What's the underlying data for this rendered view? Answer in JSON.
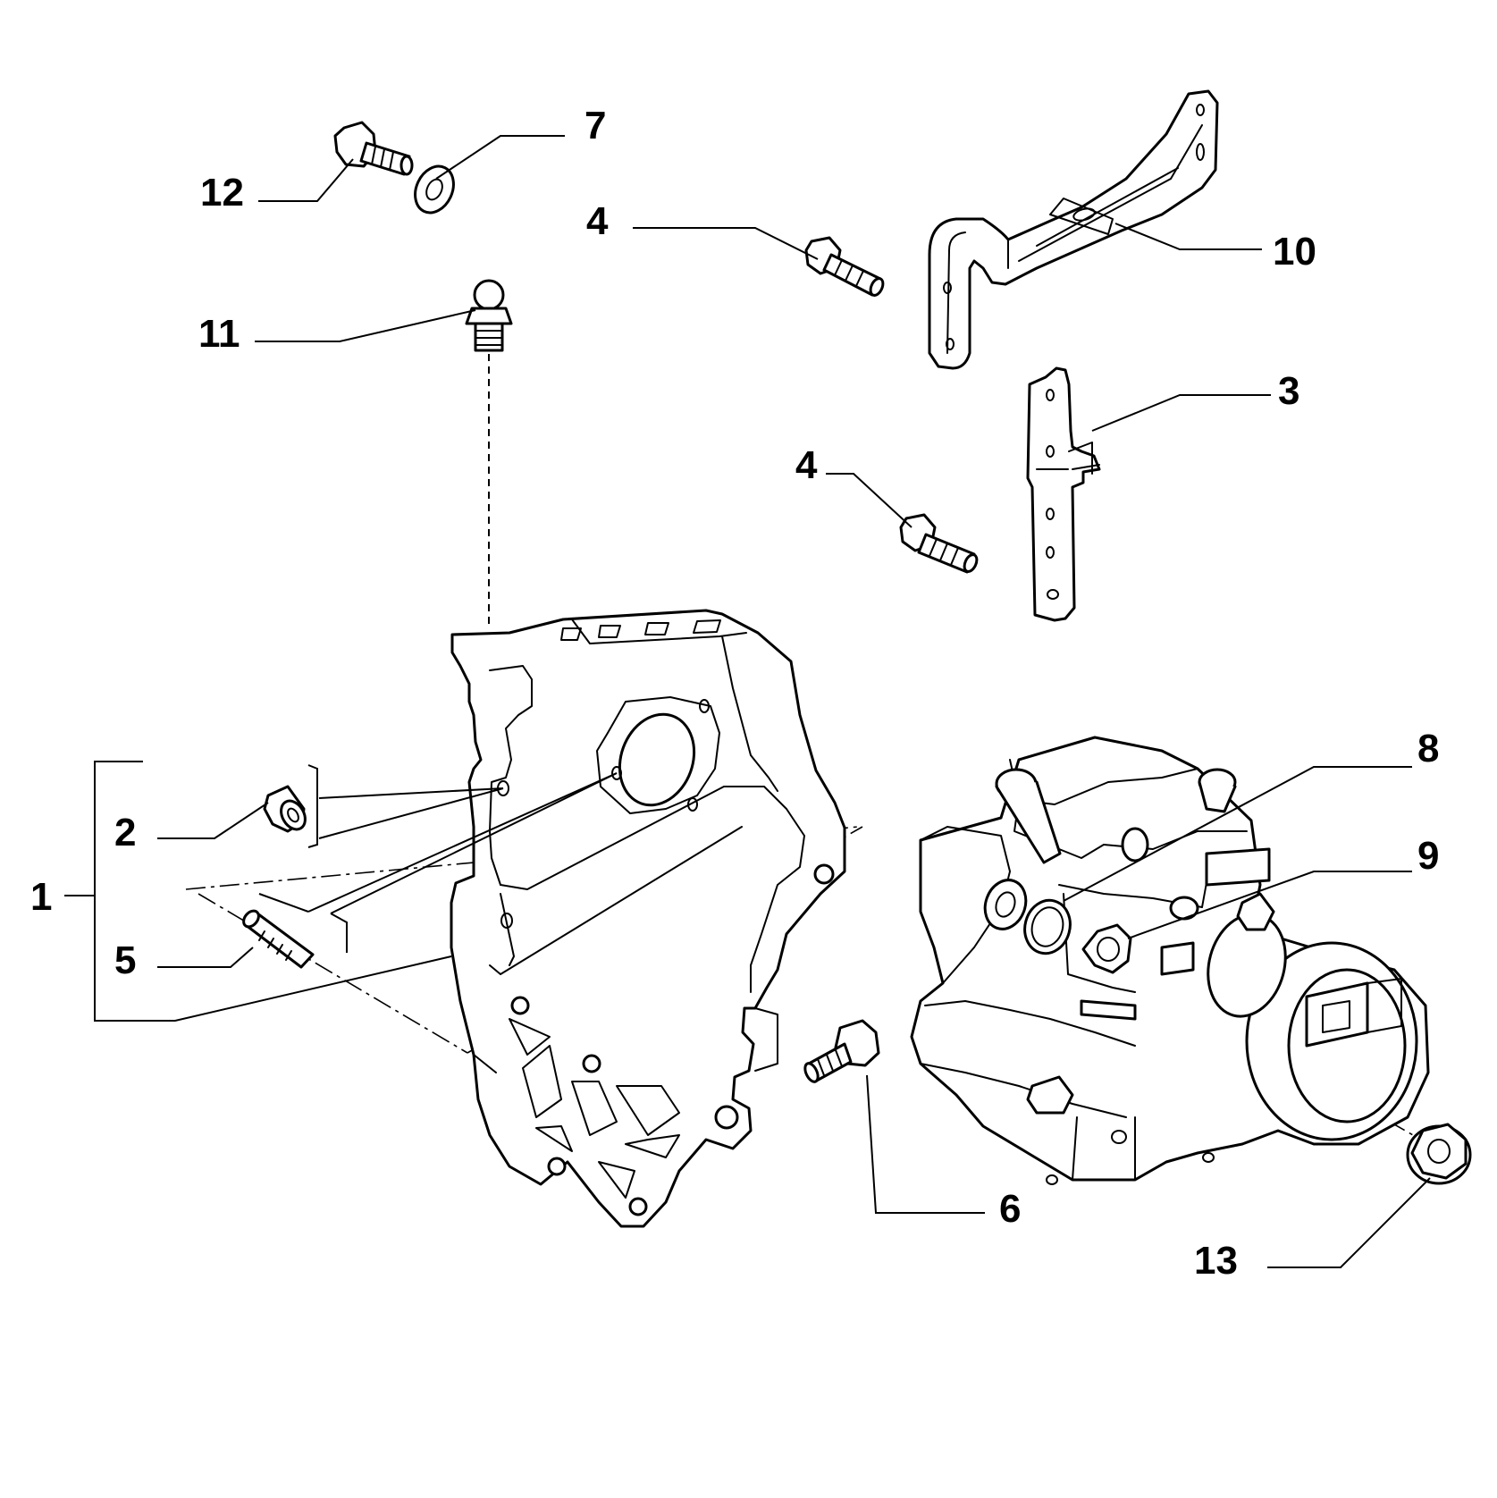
{
  "callouts": {
    "c1": "1",
    "c2": "2",
    "c3": "3",
    "c4a": "4",
    "c4b": "4",
    "c5": "5",
    "c6": "6",
    "c7": "7",
    "c8": "8",
    "c9": "9",
    "c10": "10",
    "c11": "11",
    "c12": "12",
    "c13": "13"
  },
  "colors": {
    "ink": "#000000",
    "paper": "#ffffff"
  }
}
